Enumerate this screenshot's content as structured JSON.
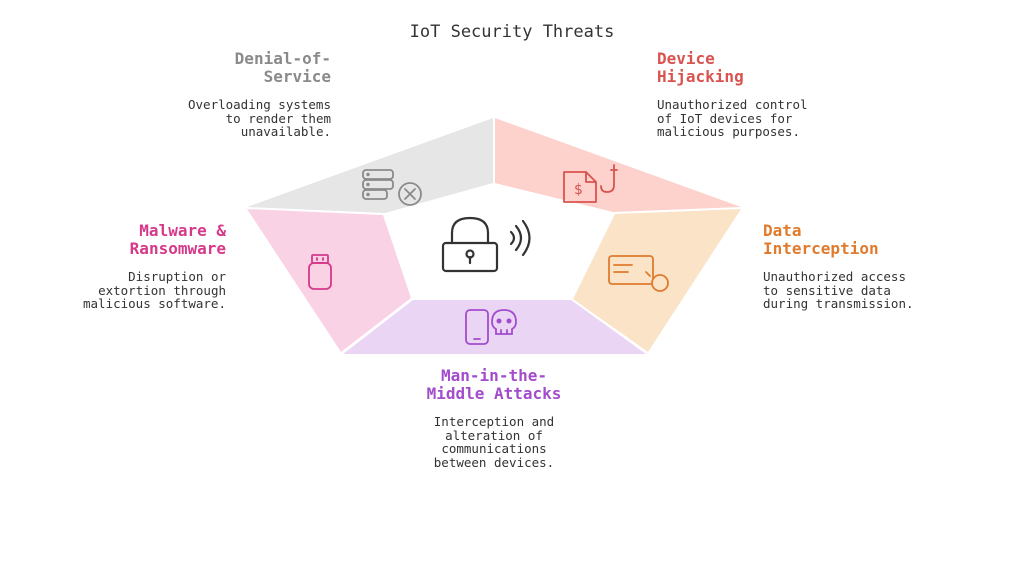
{
  "title": "IoT Security Threats",
  "colors": {
    "dos": "#e6e6e6",
    "dos_text": "#8a8a8a",
    "hijack": "#fdd1cc",
    "hijack_text": "#d9534f",
    "intercept": "#fbe3c8",
    "intercept_text": "#e07b2e",
    "mitm": "#ead5f5",
    "mitm_text": "#a34ccc",
    "malware": "#fad2e6",
    "malware_text": "#d6398a"
  },
  "threats": {
    "dos": {
      "title_l1": "Denial-of-",
      "title_l2": "Service",
      "desc_l1": "Overloading systems",
      "desc_l2": "to render them",
      "desc_l3": "unavailable.",
      "icon": "server-cross-icon"
    },
    "hijack": {
      "title_l1": "Device",
      "title_l2": "Hijacking",
      "desc_l1": "Unauthorized control",
      "desc_l2": "of IoT devices for",
      "desc_l3": "malicious purposes.",
      "icon": "phishing-dollar-icon"
    },
    "intercept": {
      "title_l1": "Data",
      "title_l2": "Interception",
      "desc_l1": "Unauthorized access",
      "desc_l2": "to sensitive data",
      "desc_l3": "during transmission.",
      "icon": "screen-intercept-icon"
    },
    "mitm": {
      "title_l1": "Man-in-the-",
      "title_l2": "Middle Attacks",
      "desc_l1": "Interception and",
      "desc_l2": "alteration of",
      "desc_l3": "communications",
      "desc_l4": "between devices.",
      "icon": "phone-skull-icon"
    },
    "malware": {
      "title_l1": "Malware &",
      "title_l2": "Ransomware",
      "desc_l1": "Disruption or",
      "desc_l2": "extortion through",
      "desc_l3": "malicious software.",
      "icon": "usb-drive-icon"
    }
  },
  "center_icon": "wireless-lock-icon"
}
